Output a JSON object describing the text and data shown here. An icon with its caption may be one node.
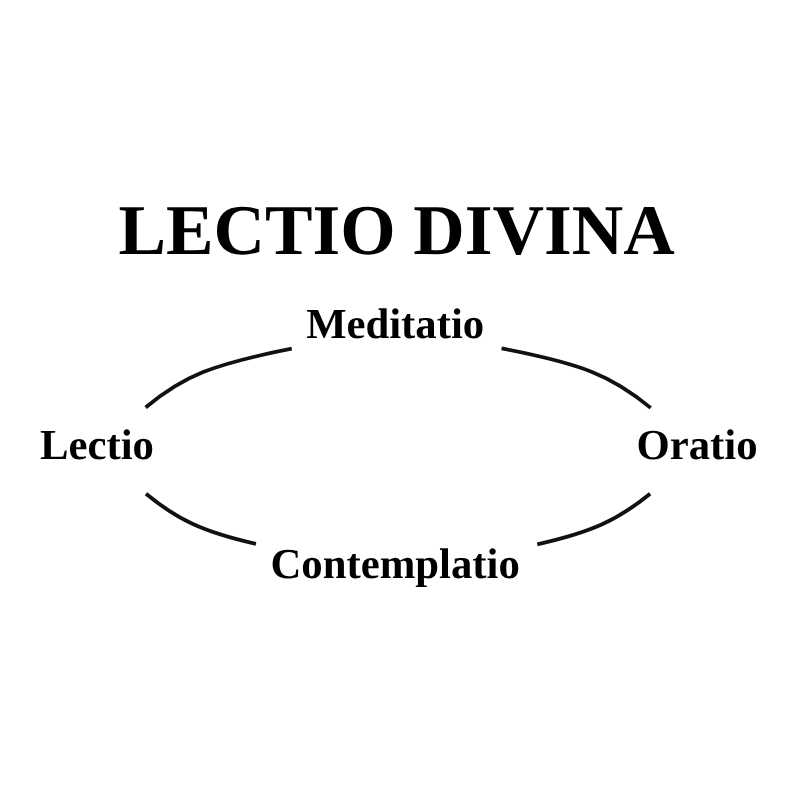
{
  "diagram": {
    "title": "LECTIO DIVINA",
    "nodes": [
      {
        "text": [
          "Lectio"
        ]
      },
      {
        "text": [
          "Meditatio"
        ]
      },
      {
        "text": [
          "Oratio"
        ]
      },
      {
        "text": [
          "Contemplatio"
        ]
      }
    ],
    "edges": [
      {
        "from": 0,
        "to": 1,
        "arrow": "none"
      },
      {
        "from": 1,
        "to": 2,
        "arrow": "none"
      },
      {
        "from": 2,
        "to": 3,
        "arrow": "none"
      },
      {
        "from": 3,
        "to": 0,
        "arrow": "none"
      }
    ]
  }
}
